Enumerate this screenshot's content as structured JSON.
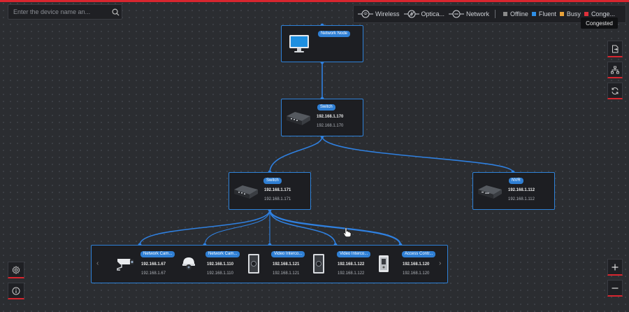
{
  "search": {
    "placeholder": "Enter the device name an..."
  },
  "legend": {
    "links": [
      {
        "icon": "wireless-link-icon",
        "label": "Wireless"
      },
      {
        "icon": "optical-link-icon",
        "label": "Optica..."
      },
      {
        "icon": "network-link-icon",
        "label": "Network"
      }
    ],
    "statuses": [
      {
        "label": "Offline",
        "color": "#8a8a8a"
      },
      {
        "label": "Fluent",
        "color": "#2f8fe6"
      },
      {
        "label": "Busy",
        "color": "#e8a23a"
      },
      {
        "label": "Conge...",
        "color": "#e0303a"
      }
    ],
    "tooltip": "Congested"
  },
  "colors": {
    "accent": "#2f82d8",
    "alert": "#d8262f",
    "link": "#2f80e0"
  },
  "nodes": {
    "root": {
      "tag": "Network Node",
      "icon": "monitor-icon"
    },
    "core_switch": {
      "tag": "Switch",
      "ip": "192.168.1.170",
      "ip2": "192.168.1.170",
      "icon": "switch-icon"
    },
    "switch": {
      "tag": "Switch",
      "ip": "192.168.1.171",
      "ip2": "192.168.1.171",
      "icon": "switch-icon"
    },
    "nvr": {
      "tag": "NVR",
      "ip": "192.168.1.112",
      "ip2": "192.168.1.112",
      "icon": "nvr-icon"
    }
  },
  "children": [
    {
      "tag": "Network Cam...",
      "ip": "192.168.1.67",
      "ip2": "192.168.1.67",
      "icon": "bullet-camera-icon"
    },
    {
      "tag": "Network Cam...",
      "ip": "192.168.1.110",
      "ip2": "192.168.1.110",
      "icon": "dome-camera-icon"
    },
    {
      "tag": "Video Interco...",
      "ip": "192.168.1.121",
      "ip2": "192.168.1.121",
      "icon": "intercom-icon"
    },
    {
      "tag": "Video Interco...",
      "ip": "192.168.1.122",
      "ip2": "192.168.1.122",
      "icon": "intercom-icon"
    },
    {
      "tag": "Access Contr...",
      "ip": "192.168.1.120",
      "ip2": "192.168.1.120",
      "icon": "access-control-icon"
    }
  ],
  "toolbar_right": [
    {
      "icon": "export-file-icon"
    },
    {
      "icon": "topology-layout-icon"
    },
    {
      "icon": "refresh-icon"
    }
  ],
  "toolbar_left": [
    {
      "icon": "settings-icon"
    },
    {
      "icon": "info-icon"
    }
  ],
  "zoom": {
    "in_icon": "zoom-in-icon",
    "out_icon": "zoom-out-icon"
  }
}
